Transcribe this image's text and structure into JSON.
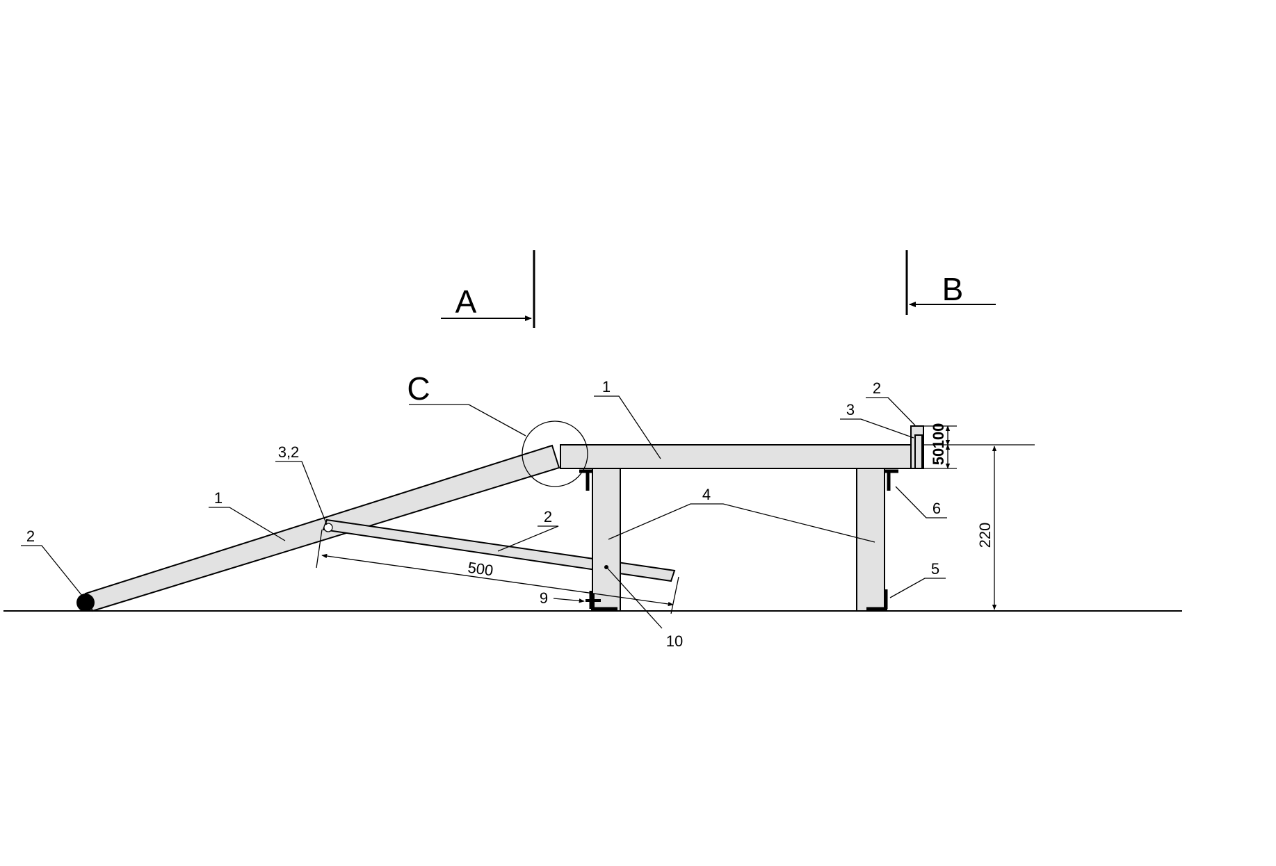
{
  "section_marks": {
    "a": "A",
    "b": "B"
  },
  "detail_mark": "C",
  "labels": {
    "ramp": "1",
    "ramp_wheel": "2",
    "ramp_hinge": "3,2",
    "brace": "2",
    "platform": "1",
    "rail_post": "2",
    "rail_bracket": "3",
    "legs": "4",
    "foot_plate": "5",
    "leg_bracket": "6",
    "stop_bolt": "9",
    "brace_pin": "10"
  },
  "dimensions": {
    "brace_length": "500",
    "rail_height": "100",
    "deck_thickness": "50",
    "platform_height": "220"
  },
  "colors": {
    "part_fill": "#e2e2e2",
    "line": "#000000"
  }
}
